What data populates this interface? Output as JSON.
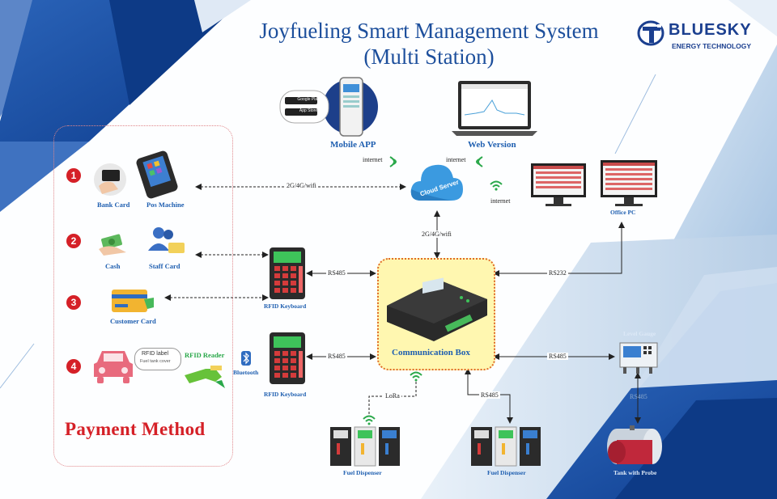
{
  "header": {
    "title_line1": "Joyfueling Smart Management System",
    "title_line2": "(Multi Station)",
    "logo_name": "BLUESKY",
    "logo_tagline": "ENERGY TECHNOLOGY"
  },
  "payment": {
    "section_label": "Payment Method",
    "rows": [
      {
        "number": "1",
        "items": [
          "Bank Card",
          "Pos Machine"
        ]
      },
      {
        "number": "2",
        "items": [
          "Cash",
          "Staff Card"
        ]
      },
      {
        "number": "3",
        "items": [
          "Customer Card"
        ]
      },
      {
        "number": "4",
        "items": [
          "RFID Reader",
          "Bluetooth"
        ]
      }
    ],
    "rfid_bubble_line1": "RFID label",
    "rfid_bubble_line2": "Fuel tank cover"
  },
  "devices": {
    "mobile_app": "Mobile APP",
    "web_version": "Web Version",
    "cloud_server": "Cloud Server",
    "office_pc": "Office PC",
    "rfid_keyboard_1": "RFID Keyboard",
    "rfid_keyboard_2": "RFID Keyboard",
    "communication_box": "Communication Box",
    "level_gauge": "Level Gauge",
    "tank": "Tank with Probe",
    "fuel_dispenser_1": "Fuel Dispenser",
    "fuel_dispenser_2": "Fuel Dispenser",
    "store_google": "Google Play",
    "store_apple": "App Store"
  },
  "links": {
    "internet_1": "internet",
    "internet_2": "internet",
    "internet_3": "internet",
    "pos_cloud": "2G/4G/wifi",
    "cloud_box": "2G/4G/wifi",
    "rs485_kb1": "RS485",
    "rs485_kb2": "RS485",
    "rs232_pc": "RS232",
    "rs485_gauge": "RS485",
    "rs485_dispenser": "RS485",
    "lora": "LoRa",
    "rs485_tank": "RS485"
  },
  "colors": {
    "title_blue": "#1d4f9c",
    "label_blue": "#1f5fb0",
    "accent_red": "#d52027",
    "commbox_fill": "#fff7b0",
    "commbox_border": "#e06a2a",
    "wifi_green": "#2aa84a"
  }
}
